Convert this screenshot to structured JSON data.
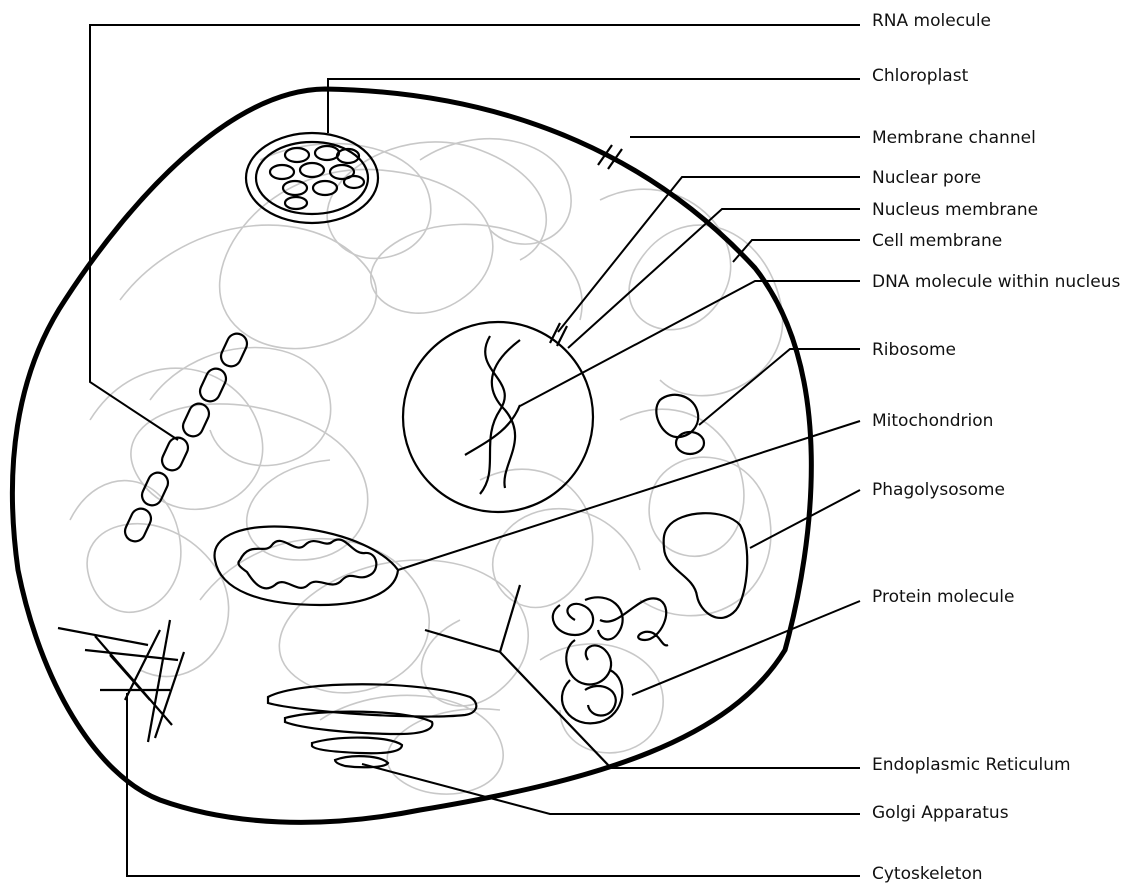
{
  "labels": {
    "rna": "RNA molecule",
    "chloroplast": "Chloroplast",
    "membrane_channel": "Membrane channel",
    "nuclear_pore": "Nuclear pore",
    "nucleus_membrane": "Nucleus membrane",
    "cell_membrane": "Cell membrane",
    "dna": "DNA molecule within nucleus",
    "ribosome": "Ribosome",
    "mitochondrion": "Mitochondrion",
    "phagolysosome": "Phagolysosome",
    "protein": "Protein molecule",
    "er": "Endoplasmic Reticulum",
    "golgi": "Golgi Apparatus",
    "cytoskeleton": "Cytoskeleton"
  }
}
